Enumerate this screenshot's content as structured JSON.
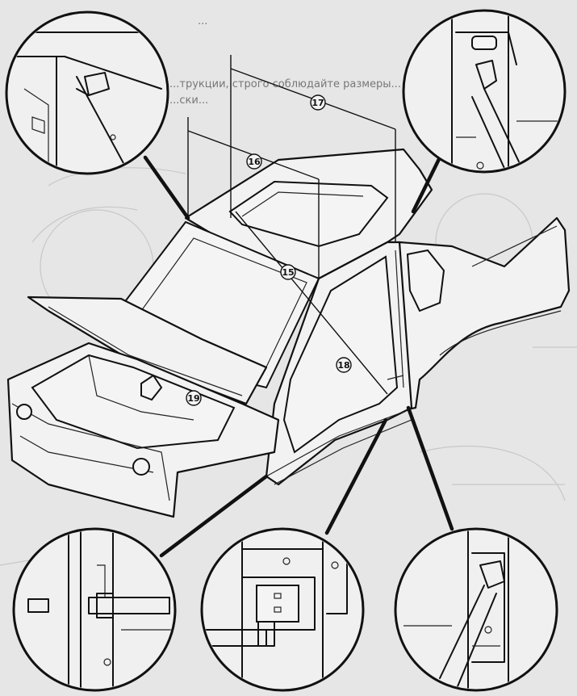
{
  "header": {
    "line1": "...",
    "line2": "...трукции, строго соблюдайте размеры...",
    "line3": "...ски..."
  },
  "callouts": [
    "15",
    "16",
    "17",
    "18",
    "19"
  ],
  "colors": {
    "ink": "#111111",
    "paper": "#e6e6e6",
    "panel": "#f2f2f2",
    "ghost": "#c8c8c8"
  }
}
